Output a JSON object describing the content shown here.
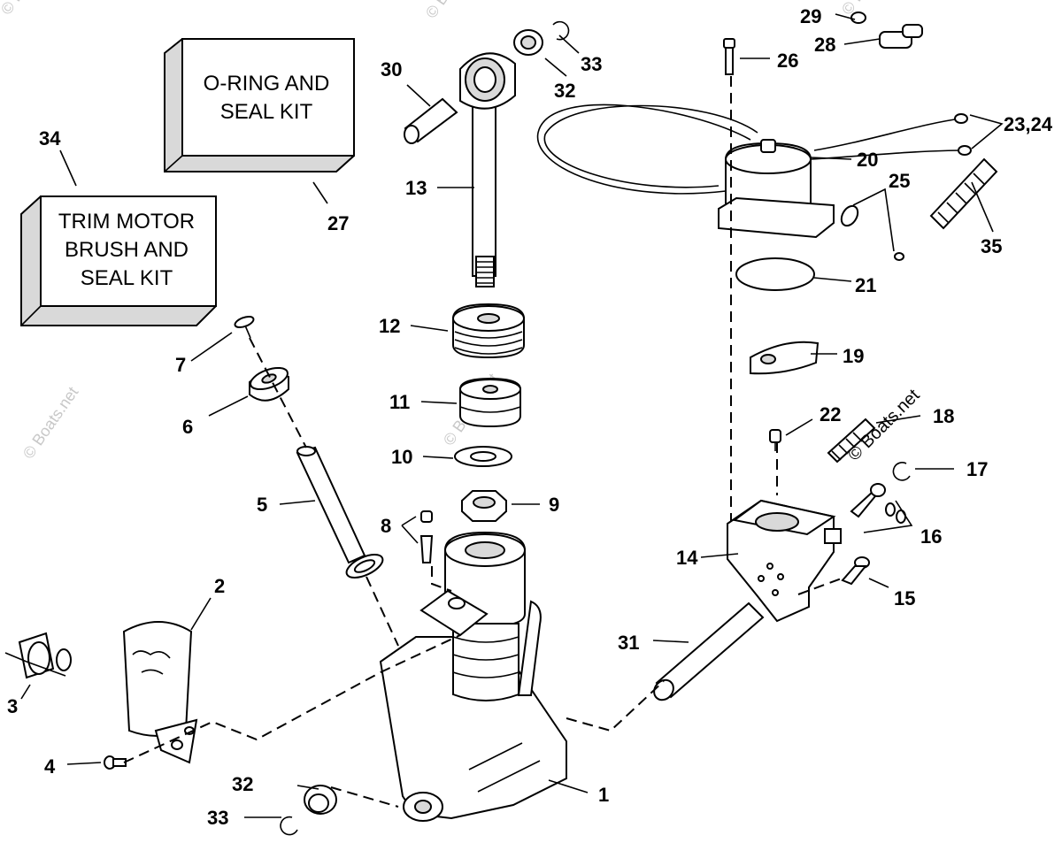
{
  "watermark": {
    "main": "© Boats.net",
    "faint": "© Boats.net"
  },
  "kits": {
    "oring": {
      "line1": "O-RING AND",
      "line2": "SEAL KIT"
    },
    "brush": {
      "line1": "TRIM MOTOR",
      "line2": "BRUSH AND",
      "line3": "SEAL KIT"
    }
  },
  "labels": {
    "p1": "1",
    "p2": "2",
    "p3": "3",
    "p4": "4",
    "p5": "5",
    "p6": "6",
    "p7": "7",
    "p8": "8",
    "p9": "9",
    "p10": "10",
    "p11": "11",
    "p12": "12",
    "p13": "13",
    "p14": "14",
    "p15": "15",
    "p16": "16",
    "p17": "17",
    "p18": "18",
    "p19": "19",
    "p20": "20",
    "p21": "21",
    "p22": "22",
    "p23": "23,24",
    "p25": "25",
    "p26": "26",
    "p27": "27",
    "p28": "28",
    "p29": "29",
    "p30": "30",
    "p31": "31",
    "p32a": "32",
    "p32b": "32",
    "p33a": "33",
    "p33b": "33",
    "p34": "34",
    "p35": "35"
  }
}
